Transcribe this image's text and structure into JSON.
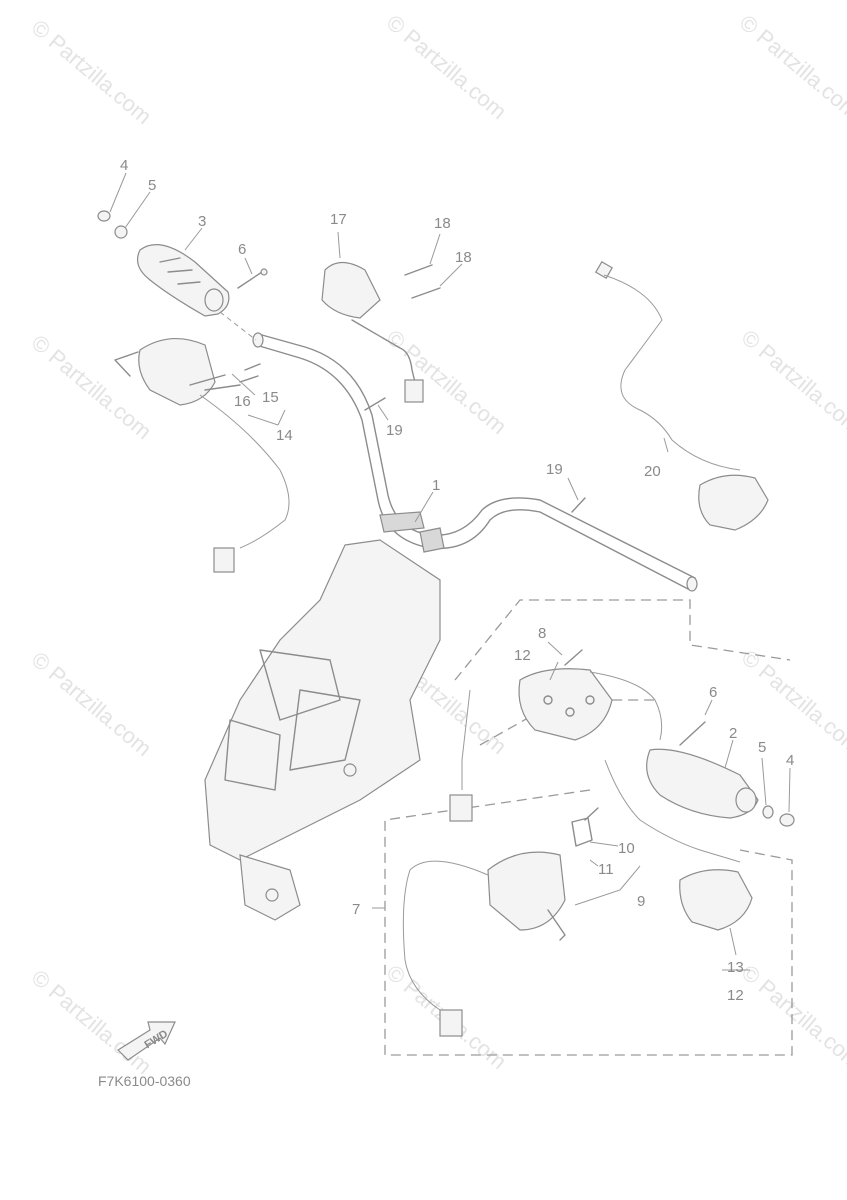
{
  "watermark": {
    "text": "© Partzilla.com"
  },
  "callouts": {
    "c1": "1",
    "c2": "2",
    "c3": "3",
    "c4a": "4",
    "c4b": "4",
    "c5a": "5",
    "c5b": "5",
    "c6a": "6",
    "c6b": "6",
    "c7": "7",
    "c8": "8",
    "c9": "9",
    "c10": "10",
    "c11": "11",
    "c12a": "12",
    "c12b": "12",
    "c13": "13",
    "c14": "14",
    "c15": "15",
    "c16": "16",
    "c17": "17",
    "c18a": "18",
    "c18b": "18",
    "c19a": "19",
    "c19b": "19",
    "c20": "20"
  },
  "fwd_label": "FWD",
  "diagram_code": "F7K6100-0360",
  "colors": {
    "line": "#8c8c8c",
    "watermark": "#e3e3e3"
  }
}
